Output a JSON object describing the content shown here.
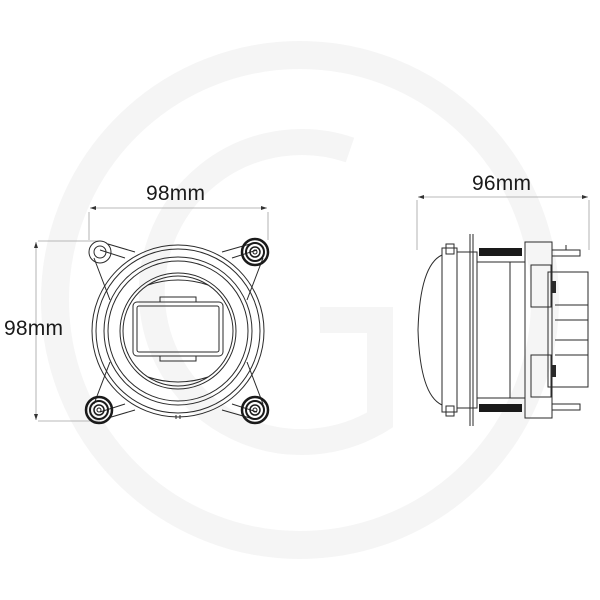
{
  "drawing": {
    "subject": "round LED lamp module technical drawing",
    "views": [
      {
        "name": "front-view",
        "width_label": "98mm",
        "height_label": "98mm"
      },
      {
        "name": "side-view",
        "depth_label": "96mm"
      }
    ]
  },
  "dimensions": {
    "front_width": "98mm",
    "front_height": "98mm",
    "side_depth": "96mm"
  },
  "colors": {
    "line": "#2a2a2a",
    "dimension_line": "#9a9a9a",
    "watermark": "#f4f4f4",
    "background": "#ffffff"
  }
}
